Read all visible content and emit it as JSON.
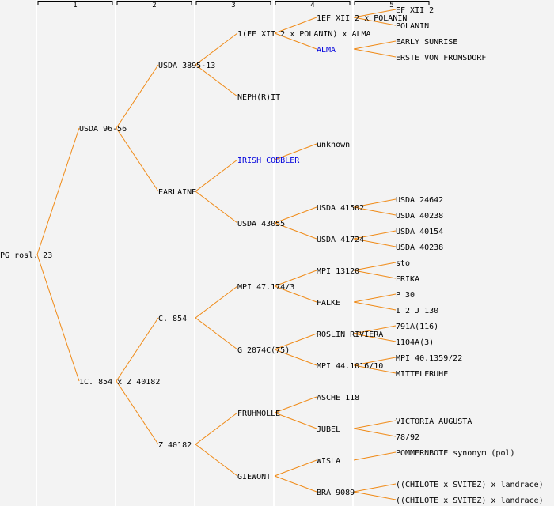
{
  "title": "Pedigree tree",
  "generation_headers": [
    "1",
    "2",
    "3",
    "4",
    "5"
  ],
  "colors": {
    "edge": "#f08a16",
    "link": "#0000dd",
    "text": "#000000",
    "background": "#f3f3f3"
  },
  "tree": {
    "label": "PG rosl. 23",
    "children": [
      {
        "label": "USDA 96-56",
        "children": [
          {
            "label": "USDA 3895-13",
            "children": [
              {
                "label": "1(EF XII 2 x POLANIN) x ALMA",
                "children": [
                  {
                    "label": "1EF XII 2 x POLANIN",
                    "children": [
                      {
                        "label": "EF XII 2"
                      },
                      {
                        "label": "POLANIN"
                      }
                    ]
                  },
                  {
                    "label": "ALMA",
                    "link": true,
                    "children": [
                      {
                        "label": "EARLY SUNRISE"
                      },
                      {
                        "label": "ERSTE VON FROMSDORF"
                      }
                    ]
                  }
                ]
              },
              {
                "label": "NEPH(R)IT"
              }
            ]
          },
          {
            "label": "EARLAINE",
            "children": [
              {
                "label": "IRISH COBBLER",
                "link": true,
                "children": [
                  {
                    "label": "unknown"
                  }
                ]
              },
              {
                "label": "USDA 43055",
                "children": [
                  {
                    "label": "USDA 41502",
                    "children": [
                      {
                        "label": "USDA 24642"
                      },
                      {
                        "label": "USDA 40238"
                      }
                    ]
                  },
                  {
                    "label": "USDA 41724",
                    "children": [
                      {
                        "label": "USDA 40154"
                      },
                      {
                        "label": "USDA 40238"
                      }
                    ]
                  }
                ]
              }
            ]
          }
        ]
      },
      {
        "label": "1C. 854 x Z 40182",
        "children": [
          {
            "label": "C. 854",
            "children": [
              {
                "label": "MPI 47.174/3",
                "children": [
                  {
                    "label": "MPI 13120",
                    "children": [
                      {
                        "label": "sto"
                      },
                      {
                        "label": "ERIKA"
                      }
                    ]
                  },
                  {
                    "label": "FALKE",
                    "children": [
                      {
                        "label": "P 30"
                      },
                      {
                        "label": "I 2 J 130"
                      }
                    ]
                  }
                ]
              },
              {
                "label": "G 2074C(75)",
                "children": [
                  {
                    "label": "ROSLIN RIVIERA",
                    "children": [
                      {
                        "label": "791A(116)"
                      },
                      {
                        "label": "1104A(3)"
                      }
                    ]
                  },
                  {
                    "label": "MPI 44.1016/10",
                    "children": [
                      {
                        "label": "MPI 40.1359/22"
                      },
                      {
                        "label": "MITTELFRUHE"
                      }
                    ]
                  }
                ]
              }
            ]
          },
          {
            "label": "Z 40182",
            "children": [
              {
                "label": "FRUHMOLLE",
                "children": [
                  {
                    "label": "ASCHE 118"
                  },
                  {
                    "label": "JUBEL",
                    "children": [
                      {
                        "label": "VICTORIA AUGUSTA"
                      },
                      {
                        "label": "78/92"
                      }
                    ]
                  }
                ]
              },
              {
                "label": "GIEWONT",
                "children": [
                  {
                    "label": "WISLA",
                    "children": [
                      {
                        "label": "POMMERNBOTE synonym (pol)"
                      }
                    ]
                  },
                  {
                    "label": "BRA 9089",
                    "children": [
                      {
                        "label": "((CHILOTE x SVITEZ) x landrace)"
                      },
                      {
                        "label": "((CHILOTE x SVITEZ) x landrace)"
                      }
                    ]
                  }
                ]
              }
            ]
          }
        ]
      }
    ]
  }
}
